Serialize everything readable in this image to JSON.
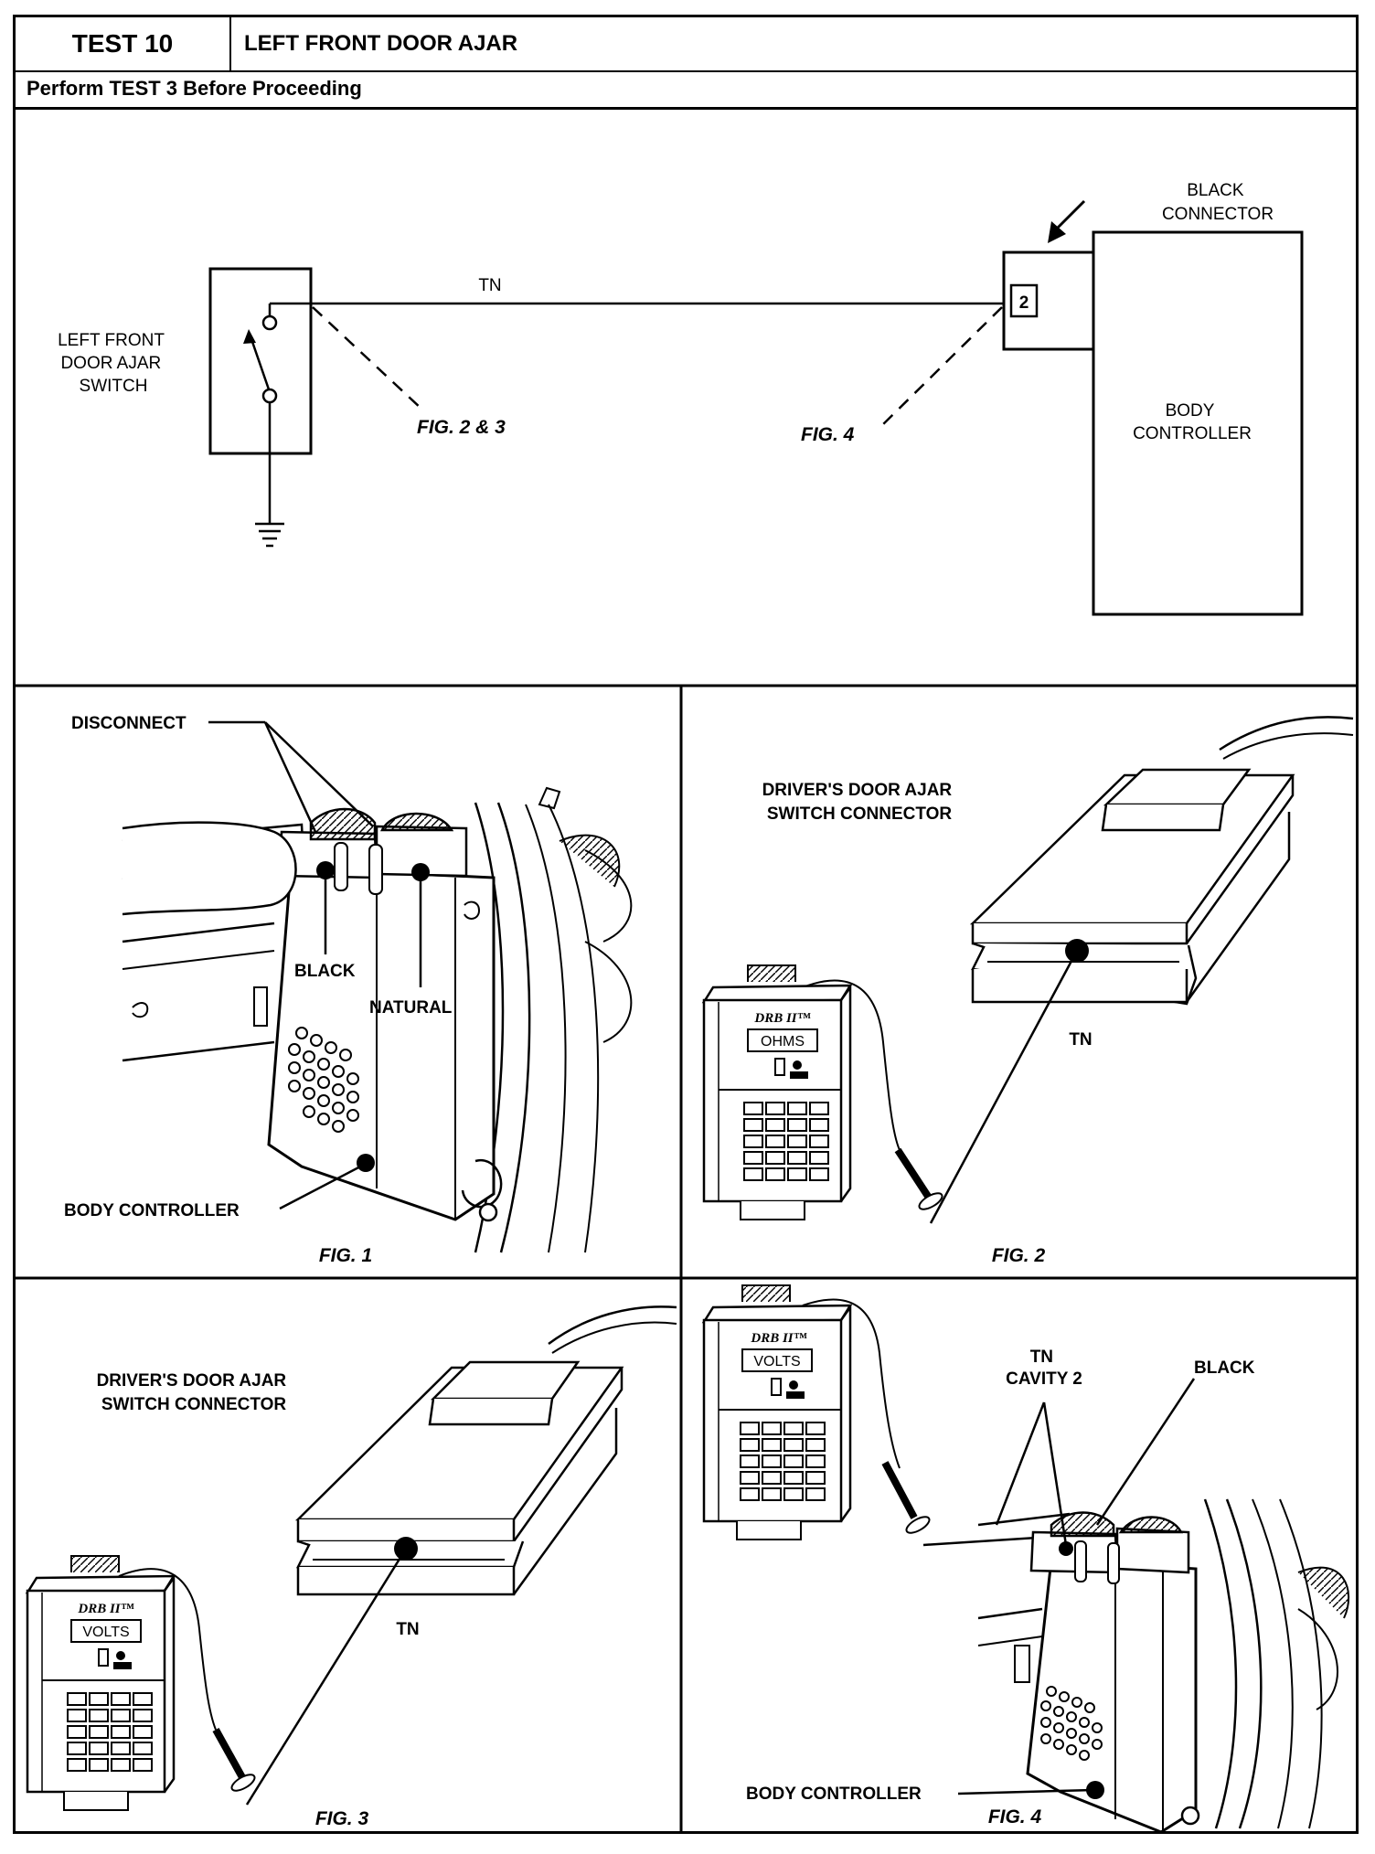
{
  "header": {
    "test_label": "TEST 10",
    "title": "LEFT FRONT DOOR AJAR",
    "subtitle": "Perform TEST 3 Before Proceeding"
  },
  "schematic": {
    "switch_label": [
      "LEFT FRONT",
      "DOOR AJAR",
      "SWITCH"
    ],
    "wire_color": "TN",
    "connector_label": [
      "BLACK",
      "CONNECTOR"
    ],
    "pin_number": "2",
    "controller_label": [
      "BODY",
      "CONTROLLER"
    ],
    "fig_ref_left": "FIG. 2 & 3",
    "fig_ref_right": "FIG. 4"
  },
  "figures": {
    "fig1": {
      "caption": "FIG. 1",
      "disconnect": "DISCONNECT",
      "black": "BLACK",
      "natural": "NATURAL",
      "body_controller": "BODY CONTROLLER"
    },
    "fig2": {
      "caption": "FIG. 2",
      "connector_label": [
        "DRIVER'S DOOR AJAR",
        "SWITCH CONNECTOR"
      ],
      "wire": "TN",
      "brand": "DRB II™",
      "display": "OHMS"
    },
    "fig3": {
      "caption": "FIG. 3",
      "connector_label": [
        "DRIVER'S DOOR AJAR",
        "SWITCH CONNECTOR"
      ],
      "wire": "TN",
      "brand": "DRB II™",
      "display": "VOLTS"
    },
    "fig4": {
      "caption": "FIG. 4",
      "cavity_label": [
        "TN",
        "CAVITY 2"
      ],
      "black": "BLACK",
      "body_controller": "BODY CONTROLLER",
      "brand": "DRB II™",
      "display": "VOLTS"
    }
  }
}
